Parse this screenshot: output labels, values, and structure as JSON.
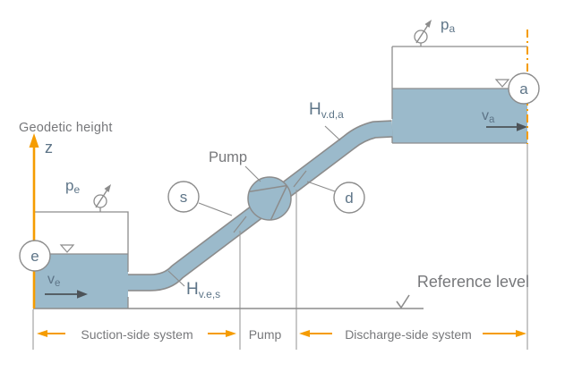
{
  "title": "Pump system schematic",
  "colors": {
    "water": "#9bbacb",
    "outline": "#8c8c8c",
    "text_gray": "#77787b",
    "text_blue": "#5e7588",
    "accent_orange": "#f59c00",
    "flow_arrow": "#4d5358"
  },
  "axis": {
    "label": "Geodetic height",
    "symbol": "z"
  },
  "labels": {
    "pump_top": "Pump",
    "reference_level": "Reference level",
    "pressure_e": {
      "base": "p",
      "sub": "e"
    },
    "pressure_a": {
      "base": "p",
      "sub": "a"
    },
    "velocity_e": {
      "base": "v",
      "sub": "e"
    },
    "velocity_a": {
      "base": "v",
      "sub": "a"
    },
    "head_loss_suction": {
      "base": "H",
      "sub": "v.e,s"
    },
    "head_loss_discharge": {
      "base": "H",
      "sub": "v.d,a"
    }
  },
  "points": {
    "e": "e",
    "s": "s",
    "d": "d",
    "a": "a"
  },
  "sections": {
    "suction": "Suction-side system",
    "pump": "Pump",
    "discharge": "Discharge-side system"
  },
  "icons": {
    "gauge_e": "pressure-gauge-icon",
    "gauge_a": "pressure-gauge-icon",
    "level_marker": "water-level-icon",
    "reference_check": "checkmark-icon"
  }
}
